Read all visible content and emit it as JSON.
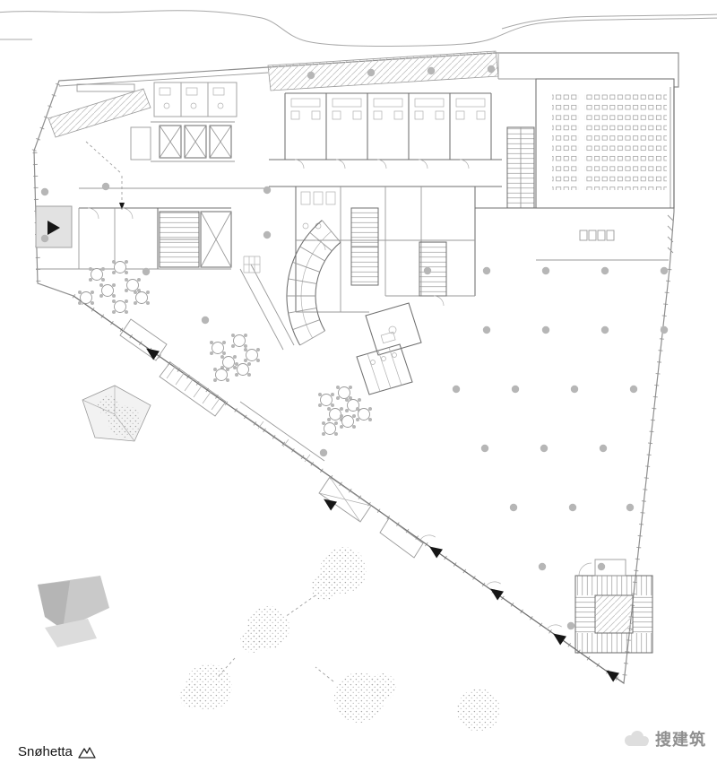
{
  "drawing": {
    "type": "architectural-floor-plan",
    "colors": {
      "wall_line": "#8f8f8f",
      "core_line": "#6f6f6f",
      "column_fill": "#b6b6b6",
      "hatch_line": "#c2c2c2",
      "rock_fill": "#c9c9c9",
      "shaded_entry_fill": "#e2e2e2",
      "accent_black": "#161616",
      "background": "#ffffff"
    }
  },
  "footer": {
    "brand": "Snøhetta",
    "logo_icon": "mountain-logo-icon"
  },
  "watermark": {
    "text": "搜建筑",
    "icon": "cloud-icon",
    "color": "#8f8f8f"
  }
}
